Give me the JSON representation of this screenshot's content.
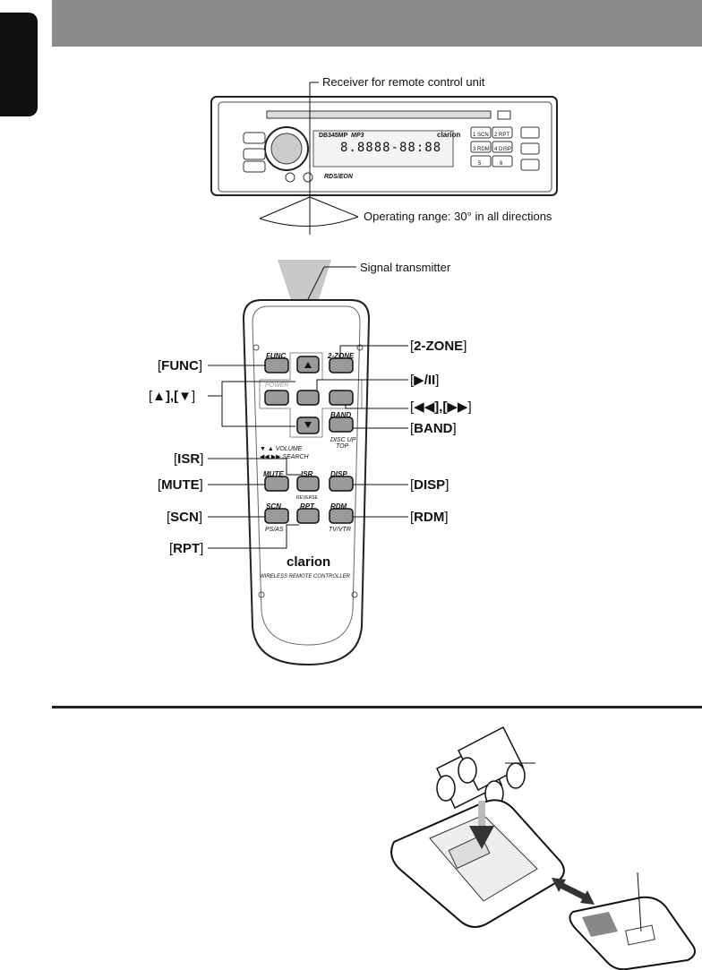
{
  "callouts": {
    "receiver": "Receiver for remote control unit",
    "operating_range": "Operating range: 30° in all directions",
    "signal_transmitter": "Signal transmitter"
  },
  "head_unit": {
    "model": "DB345MP",
    "mp3_mark": "MP3",
    "brand": "clarion",
    "display_text": "8.8888-88:88",
    "rds": "RDS/EON",
    "preset_labels": [
      "1 SCN",
      "2 RPT",
      "3 RDM",
      "4 DISP",
      "5",
      "6"
    ]
  },
  "remote": {
    "brand": "clarion",
    "subtitle": "WIRELESS REMOTE CONTROLLER",
    "button_text": {
      "func": "FUNC",
      "two_zone": "2-ZONE",
      "power": "POWER",
      "band": "BAND",
      "disc_up": "DISC UP",
      "top": "TOP",
      "volume": "VOLUME",
      "search": "SEARCH",
      "mute": "MUTE",
      "isr": "ISR",
      "reverse": "REVERSE",
      "disp": "DISP",
      "scn": "SCN",
      "rpt": "RPT",
      "rdm": "RDM",
      "ps_as": "PS/AS",
      "tv_vtr": "TV/VTR"
    }
  },
  "labels": {
    "func": "FUNC",
    "up_down": "▲],[▼",
    "isr": "ISR",
    "mute": "MUTE",
    "scn": "SCN",
    "rpt": "RPT",
    "two_zone": "2-ZONE",
    "play_pause": "▶/II",
    "skip": "◀◀],[▶▶",
    "band": "BAND",
    "disp": "DISP",
    "rdm": "RDM"
  }
}
